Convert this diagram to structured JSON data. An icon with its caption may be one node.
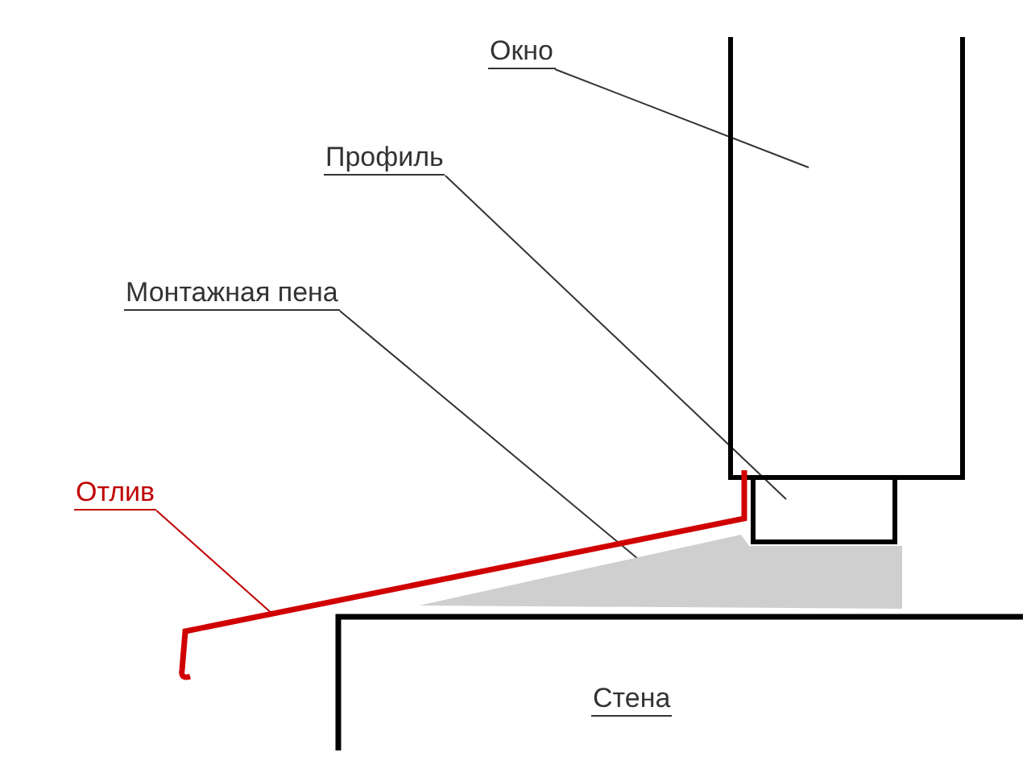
{
  "diagram": {
    "nodes": [
      {
        "text": [
          "Окно"
        ]
      },
      {
        "text": [],
        "shape": "box"
      },
      {
        "text": [
          "Профиль"
        ]
      },
      {
        "text": [],
        "shape": "box"
      },
      {
        "text": [
          "Монтажная пена"
        ]
      },
      {
        "text": [],
        "shape": "picture"
      },
      {
        "text": [
          "Отлив"
        ]
      },
      {
        "text": [],
        "shape": "bar"
      }
    ],
    "edges": [
      {
        "from": 0,
        "to": 1,
        "arrow": "none"
      },
      {
        "from": 2,
        "to": 3,
        "arrow": "none"
      },
      {
        "from": 4,
        "to": 5,
        "arrow": "none"
      },
      {
        "from": 6,
        "to": 7,
        "arrow": "none",
        "color": "#c00000"
      }
    ],
    "labels": [
      "Стена"
    ]
  }
}
